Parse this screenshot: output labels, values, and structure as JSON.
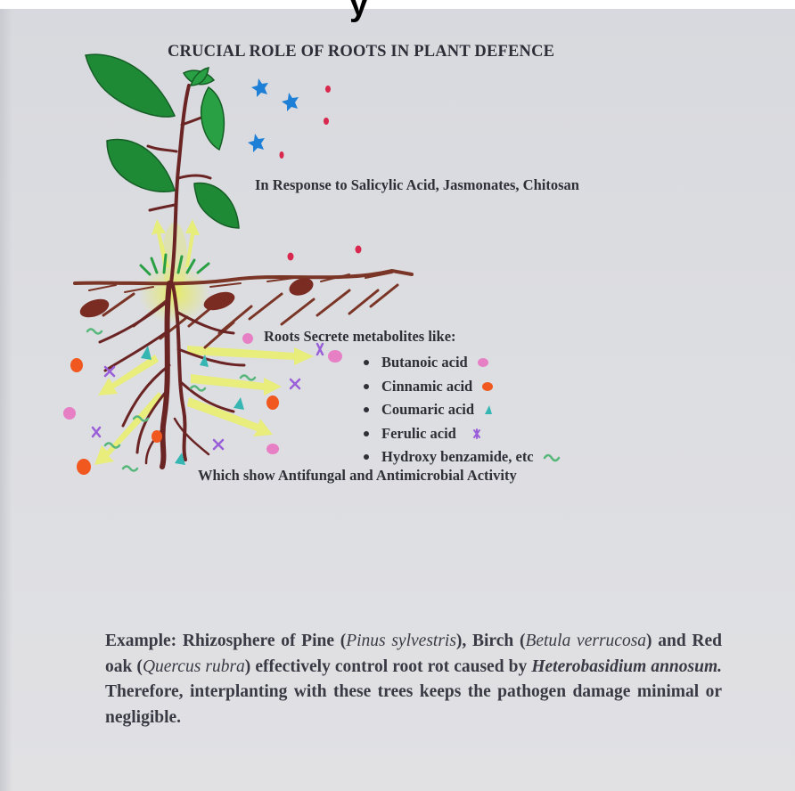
{
  "page": {
    "top_fragment": "y",
    "title": "CRUCIAL ROLE OF ROOTS IN PLANT DEFENCE",
    "response_label": "In Response to Salicylic Acid, Jasmonates, Chitosan",
    "secrete_label": "Roots Secrete metabolites like:",
    "metabolites": [
      {
        "name": "Butanoic acid",
        "marker": "pink-blob",
        "color": "#e67fc4"
      },
      {
        "name": "Cinnamic acid",
        "marker": "orange-oval",
        "color": "#f0581f"
      },
      {
        "name": "Coumaric acid",
        "marker": "teal-triangle",
        "color": "#35b6b2"
      },
      {
        "name": "Ferulic acid",
        "marker": "violet-asterisk",
        "color": "#9a5fd8"
      },
      {
        "name": "Hydroxy benzamide, etc",
        "marker": "green-squiggle",
        "color": "#57b77a"
      }
    ],
    "activity_label": "Which show Antifungal and Antimicrobial Activity",
    "example": {
      "part1": "Example: Rhizosphere of Pine (",
      "pine": "Pinus sylvestris",
      "part2": "), Birch (",
      "birch": "Betula verrucosa",
      "part3": ") and Red oak (",
      "oak": "Quercus rubra",
      "part4": ") effectively control root rot caused by ",
      "pathogen": "Heterobasidium annosum.",
      "part5": " Therefore, interplanting with these trees keeps the pathogen damage minimal or negligible."
    }
  },
  "colors": {
    "paper": "#dcdde1",
    "text": "#2f2f38",
    "leaf": "#1f8a36",
    "stem": "#6a2424",
    "soil": "#7a3526",
    "root_glow": "#e6ec5a",
    "blue_stars": "#1e7fd6",
    "red_dots": "#d8284e"
  }
}
